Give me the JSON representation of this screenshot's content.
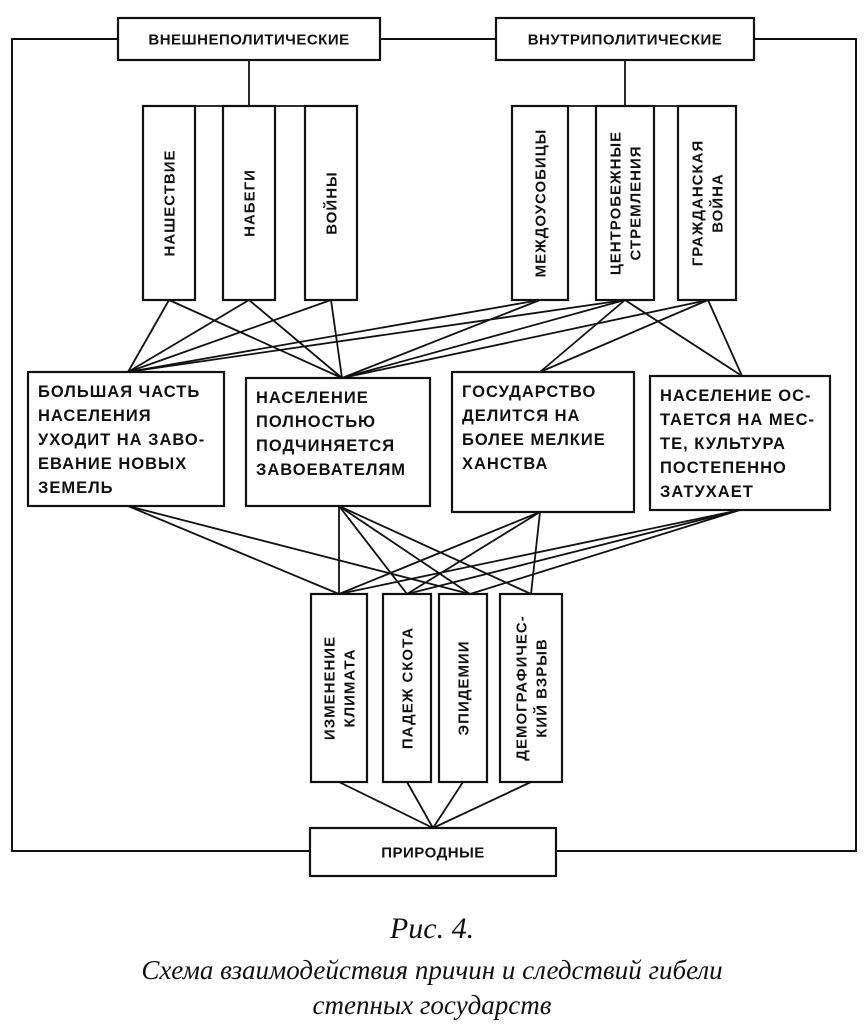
{
  "diagram": {
    "foreign": "ВНЕШНЕПОЛИТИЧЕСКИЕ",
    "domestic": "ВНУТРИПОЛИТИЧЕСКИЕ",
    "natural": "ПРИРОДНЫЕ",
    "invasion": [
      "НАШЕСТВИЕ"
    ],
    "raids": [
      "НАБЕГИ"
    ],
    "wars": [
      "ВОЙНЫ"
    ],
    "feuds": [
      "МЕЖДОУСОБИЦЫ"
    ],
    "centrifugal": [
      "ЦЕНТРОБЕЖНЫЕ",
      "СТРЕМЛЕНИЯ"
    ],
    "civil_war": [
      "ГРАЖДАНСКАЯ",
      "ВОЙНА"
    ],
    "outcome_migration": [
      "БОЛЬШАЯ ЧАСТЬ",
      "НАСЕЛЕНИЯ",
      "УХОДИТ НА ЗАВО-",
      "ЕВАНИЕ НОВЫХ",
      "ЗЕМЕЛЬ"
    ],
    "outcome_submission": [
      "НАСЕЛЕНИЕ",
      "ПОЛНОСТЬЮ",
      "ПОДЧИНЯЕТСЯ",
      "ЗАВОЕВАТЕЛЯМ"
    ],
    "outcome_fragmentation": [
      "ГОСУДАРСТВО",
      "ДЕЛИТСЯ НА",
      "БОЛЕЕ МЕЛКИЕ",
      "ХАНСТВА"
    ],
    "outcome_decline": [
      "НАСЕЛЕНИЕ ОС-",
      "ТАЕТСЯ НА МЕС-",
      "ТЕ, КУЛЬТУРА",
      "ПОСТЕПЕННО",
      "ЗАТУХАЕТ"
    ],
    "climate": [
      "ИЗМЕНЕНИЕ",
      "КЛИМАТА"
    ],
    "livestock": [
      "ПАДЕЖ СКОТА"
    ],
    "epidemics": [
      "ЭПИДЕМИИ"
    ],
    "demographic": [
      "ДЕМОГРАФИЧЕС-",
      "КИЙ ВЗРЫВ"
    ]
  },
  "caption": {
    "figure": "Рис. 4.",
    "line1": "Схема взаимодействия причин и следствий гибели",
    "line2": "степных государств"
  }
}
